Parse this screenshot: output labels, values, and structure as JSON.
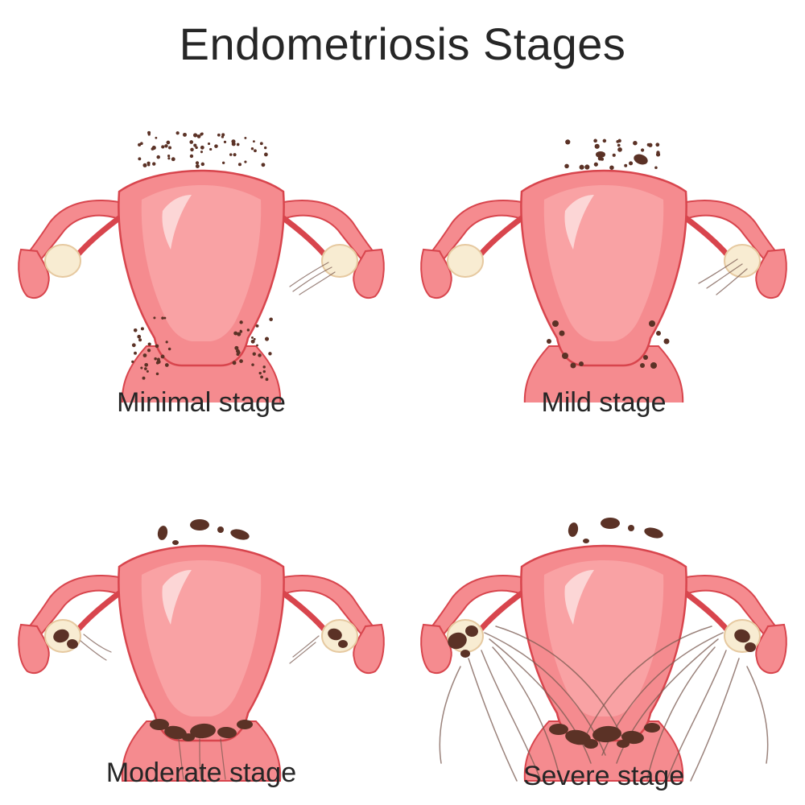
{
  "title": "Endometriosis Stages",
  "stages": [
    {
      "label": "Minimal stage"
    },
    {
      "label": "Mild stage"
    },
    {
      "label": "Moderate stage"
    },
    {
      "label": "Severe stage"
    }
  ],
  "colors": {
    "tissue": "#f58b8f",
    "tissue_light": "#f9a4a6",
    "outline": "#d8454d",
    "highlight": "#fde3e2",
    "ovary": "#f8ecd2",
    "lesion": "#5b3226",
    "adhesion": "#7a5a50"
  }
}
